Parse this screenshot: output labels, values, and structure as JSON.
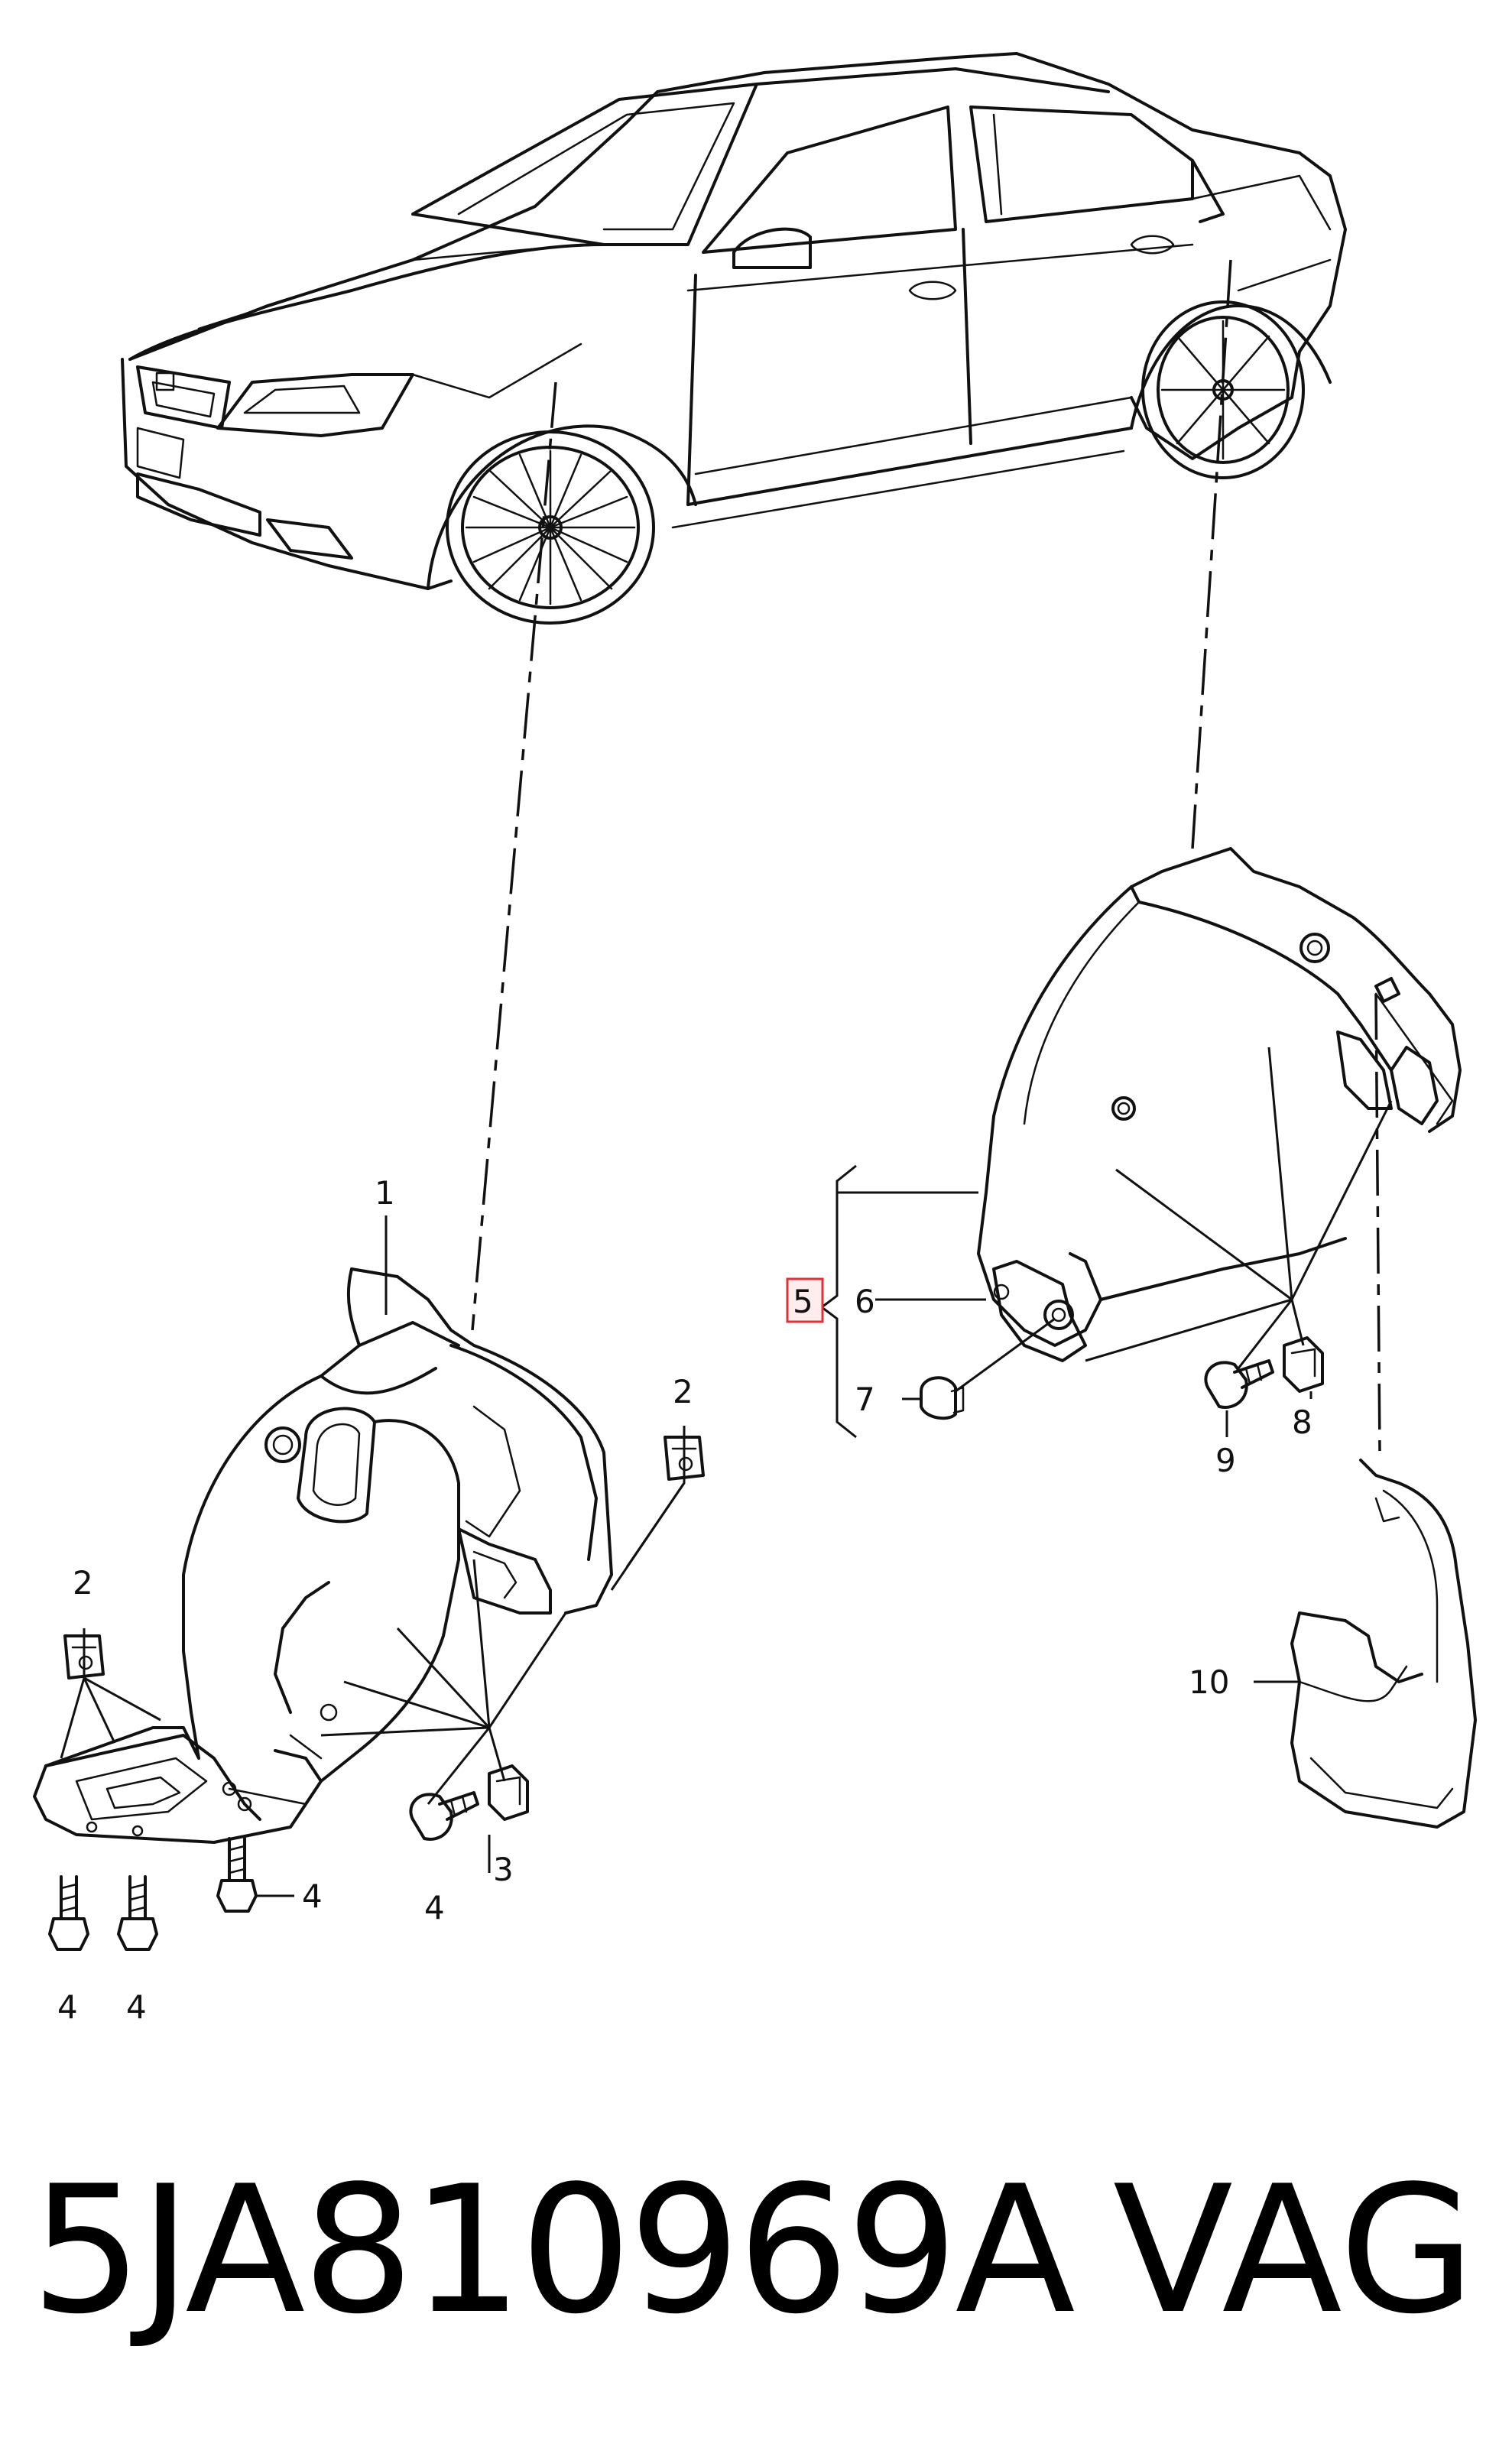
{
  "diagram": {
    "callouts": {
      "c1": "1",
      "c2a": "2",
      "c2b": "2",
      "c3": "3",
      "c4a": "4",
      "c4b": "4",
      "c4c": "4",
      "c4d": "4",
      "c5": "5",
      "c6": "6",
      "c7": "7",
      "c8": "8",
      "c9": "9",
      "c10": "10"
    },
    "highlight_color": "#e0303a"
  },
  "footer": {
    "part_number": "5JA810969A",
    "brand": "VAG"
  }
}
